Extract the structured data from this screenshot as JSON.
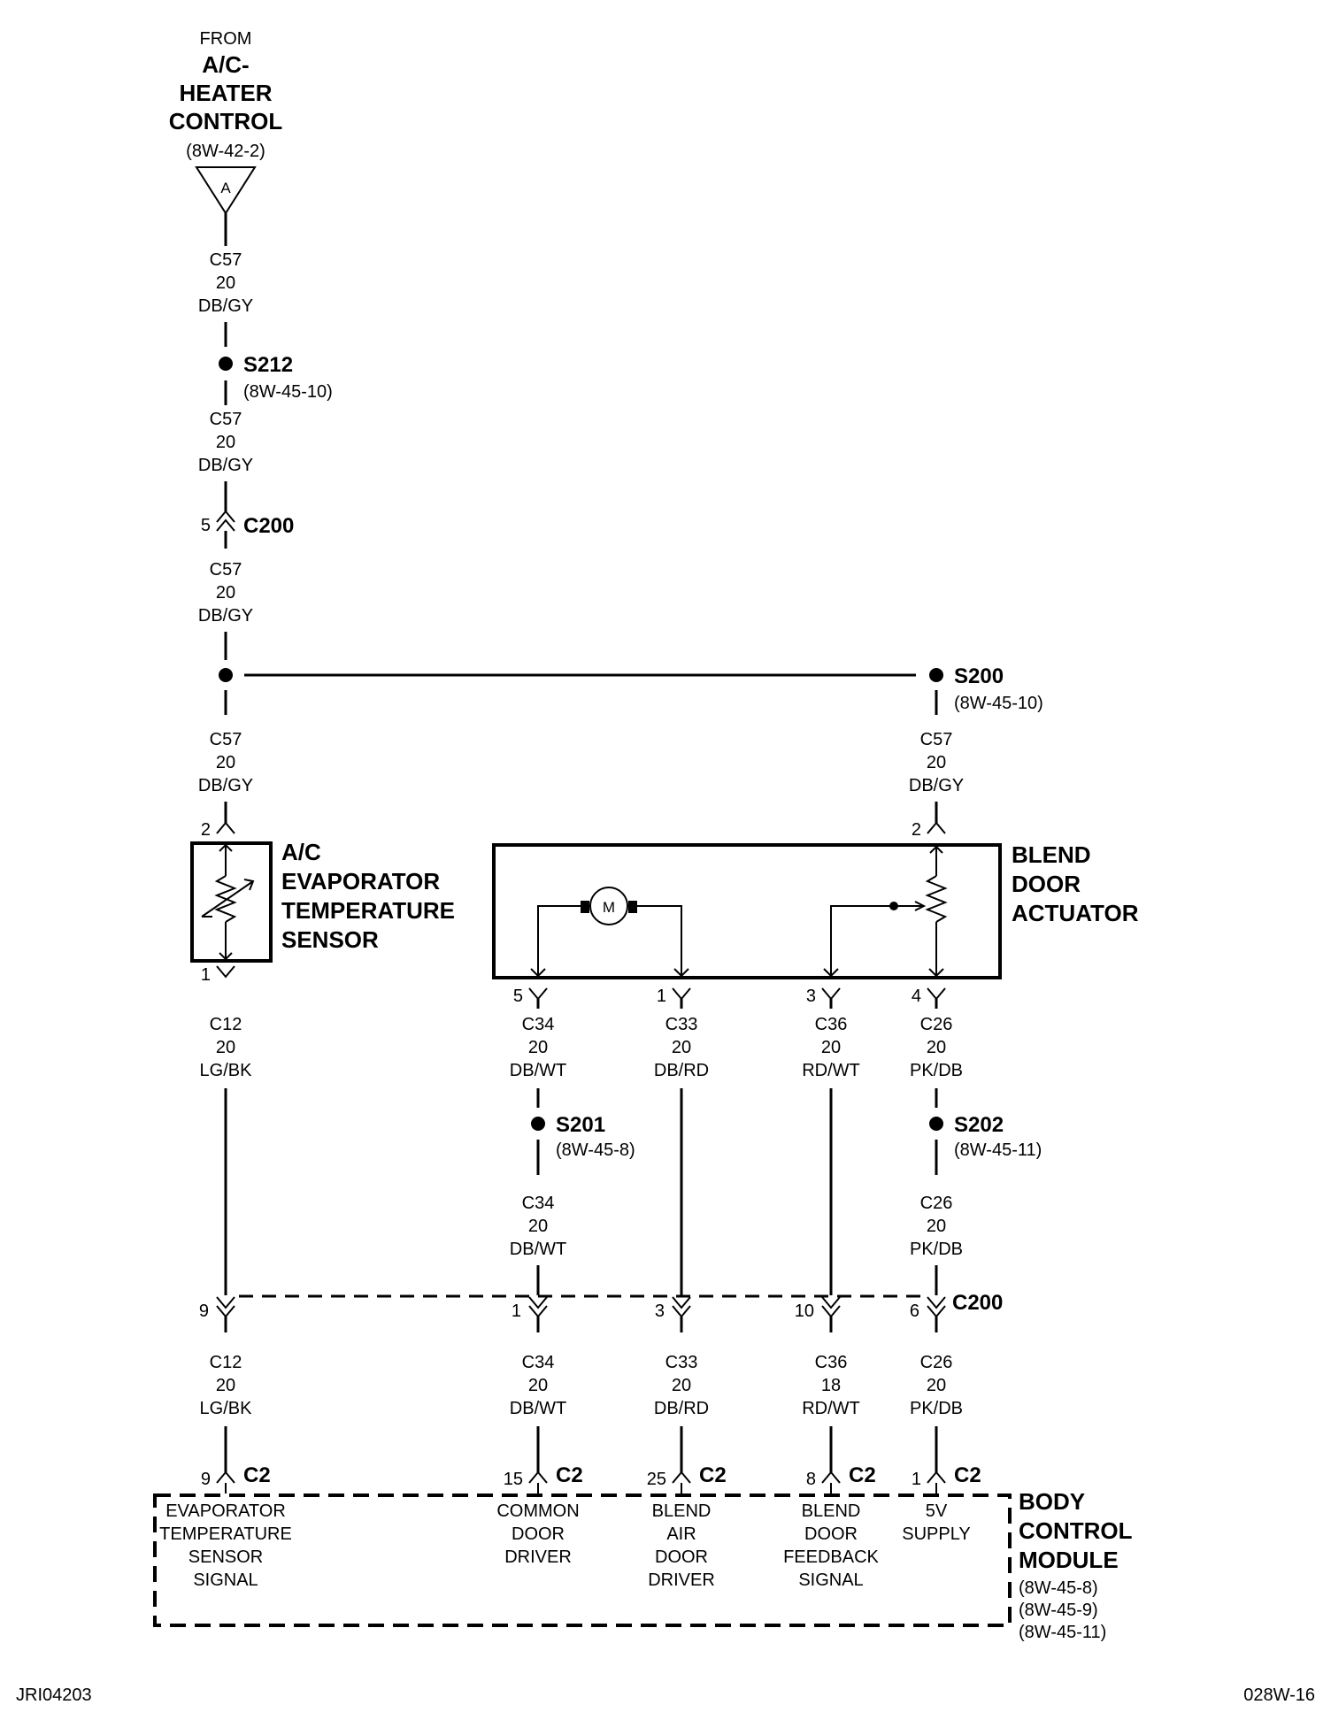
{
  "source": {
    "from": "FROM",
    "name_lines": [
      "A/C-",
      "HEATER",
      "CONTROL"
    ],
    "ref": "(8W-42-2)",
    "connector_letter": "A"
  },
  "wires": {
    "c57": [
      "C57",
      "20",
      "DB/GY"
    ],
    "c12": [
      "C12",
      "20",
      "LG/BK"
    ],
    "c34": [
      "C34",
      "20",
      "DB/WT"
    ],
    "c33": [
      "C33",
      "20",
      "DB/RD"
    ],
    "c36_top": [
      "C36",
      "20",
      "RD/WT"
    ],
    "c36_bottom": [
      "C36",
      "18",
      "RD/WT"
    ],
    "c26": [
      "C26",
      "20",
      "PK/DB"
    ]
  },
  "splices": {
    "s212": {
      "name": "S212",
      "ref": "(8W-45-10)"
    },
    "s200": {
      "name": "S200",
      "ref": "(8W-45-10)"
    },
    "s201": {
      "name": "S201",
      "ref": "(8W-45-8)"
    },
    "s202": {
      "name": "S202",
      "ref": "(8W-45-11)"
    }
  },
  "connectors": {
    "c200": "C200",
    "c2": "C2",
    "c200_top_pin": "5",
    "c200_pins": [
      "9",
      "1",
      "3",
      "10",
      "6"
    ],
    "c2_pins": [
      "9",
      "15",
      "25",
      "8",
      "1"
    ]
  },
  "evap_sensor": {
    "name_lines": [
      "A/C",
      "EVAPORATOR",
      "TEMPERATURE",
      "SENSOR"
    ],
    "pin_top": "2",
    "pin_bottom": "1"
  },
  "blend_actuator": {
    "name_lines": [
      "BLEND",
      "DOOR",
      "ACTUATOR"
    ],
    "motor_label": "M",
    "pins": [
      "5",
      "1",
      "3",
      "4"
    ],
    "pin_top": "2"
  },
  "bcm": {
    "name_lines": [
      "BODY",
      "CONTROL",
      "MODULE"
    ],
    "refs": [
      "(8W-45-8)",
      "(8W-45-9)",
      "(8W-45-11)"
    ],
    "circuits": [
      [
        "EVAPORATOR",
        "TEMPERATURE",
        "SENSOR",
        "SIGNAL"
      ],
      [
        "COMMON",
        "DOOR",
        "DRIVER"
      ],
      [
        "BLEND",
        "AIR",
        "DOOR",
        "DRIVER"
      ],
      [
        "BLEND",
        "DOOR",
        "FEEDBACK",
        "SIGNAL"
      ],
      [
        "5V",
        "SUPPLY"
      ]
    ]
  },
  "footer": {
    "left_id": "JRI04203",
    "right_id": "028W-16"
  }
}
